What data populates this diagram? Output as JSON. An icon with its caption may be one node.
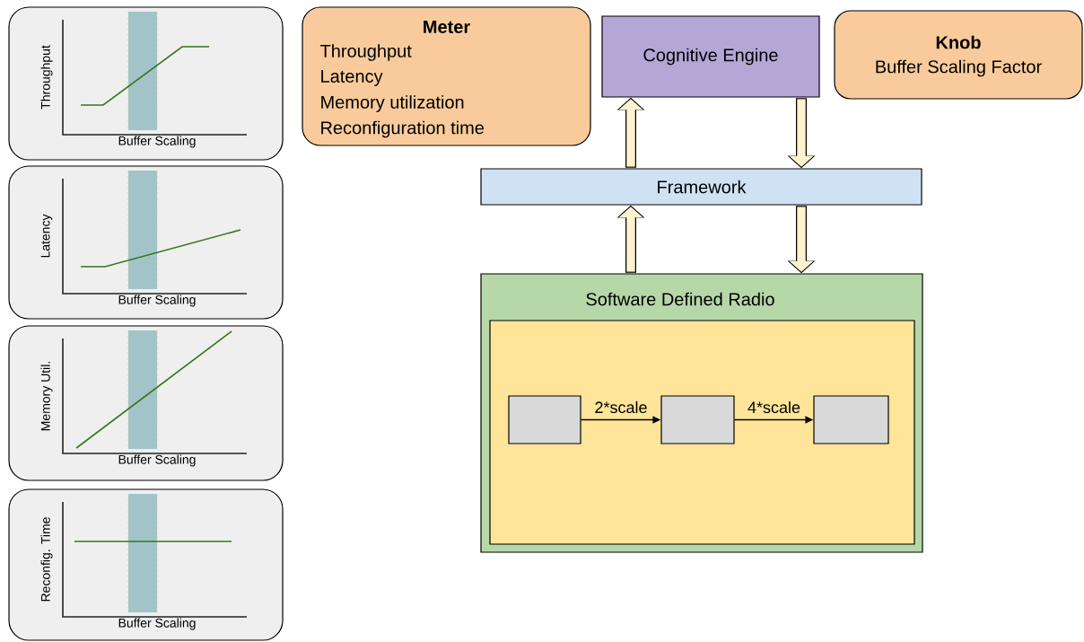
{
  "diagram": {
    "nodes": [
      {
        "text": [
          "Throughput",
          "Buffer Scaling"
        ]
      },
      {
        "text": [
          "Latency",
          "Buffer Scaling"
        ]
      },
      {
        "text": [
          "Memory Util.",
          "Buffer Scaling"
        ]
      },
      {
        "text": [
          "Reconfig. Time",
          "Buffer Scaling"
        ]
      },
      {
        "text": [
          "Meter",
          "Throughput",
          "Latency",
          "Memory utilization",
          "Reconfiguration time"
        ]
      },
      {
        "text": [
          "Cognitive Engine"
        ]
      },
      {
        "text": [
          "Knob",
          "Buffer Scaling Factor"
        ]
      },
      {
        "text": [
          "Framework"
        ]
      },
      {
        "text": [
          "Software Defined Radio"
        ]
      },
      {
        "text": [],
        "shape": "box",
        "in": 8
      },
      {
        "text": [],
        "shape": "box",
        "in": 9
      },
      {
        "text": [],
        "shape": "box",
        "in": 9
      },
      {
        "text": [],
        "shape": "box",
        "in": 9
      }
    ],
    "edges": [
      {
        "from": 7,
        "to": 5,
        "arrow": "to"
      },
      {
        "from": 5,
        "to": 7,
        "arrow": "to"
      },
      {
        "from": 8,
        "to": 7,
        "arrow": "to"
      },
      {
        "from": 7,
        "to": 8,
        "arrow": "to"
      },
      {
        "from": 10,
        "to": 11,
        "arrow": "to",
        "label": "2*scale"
      },
      {
        "from": 11,
        "to": 12,
        "arrow": "to",
        "label": "4*scale"
      }
    ]
  }
}
